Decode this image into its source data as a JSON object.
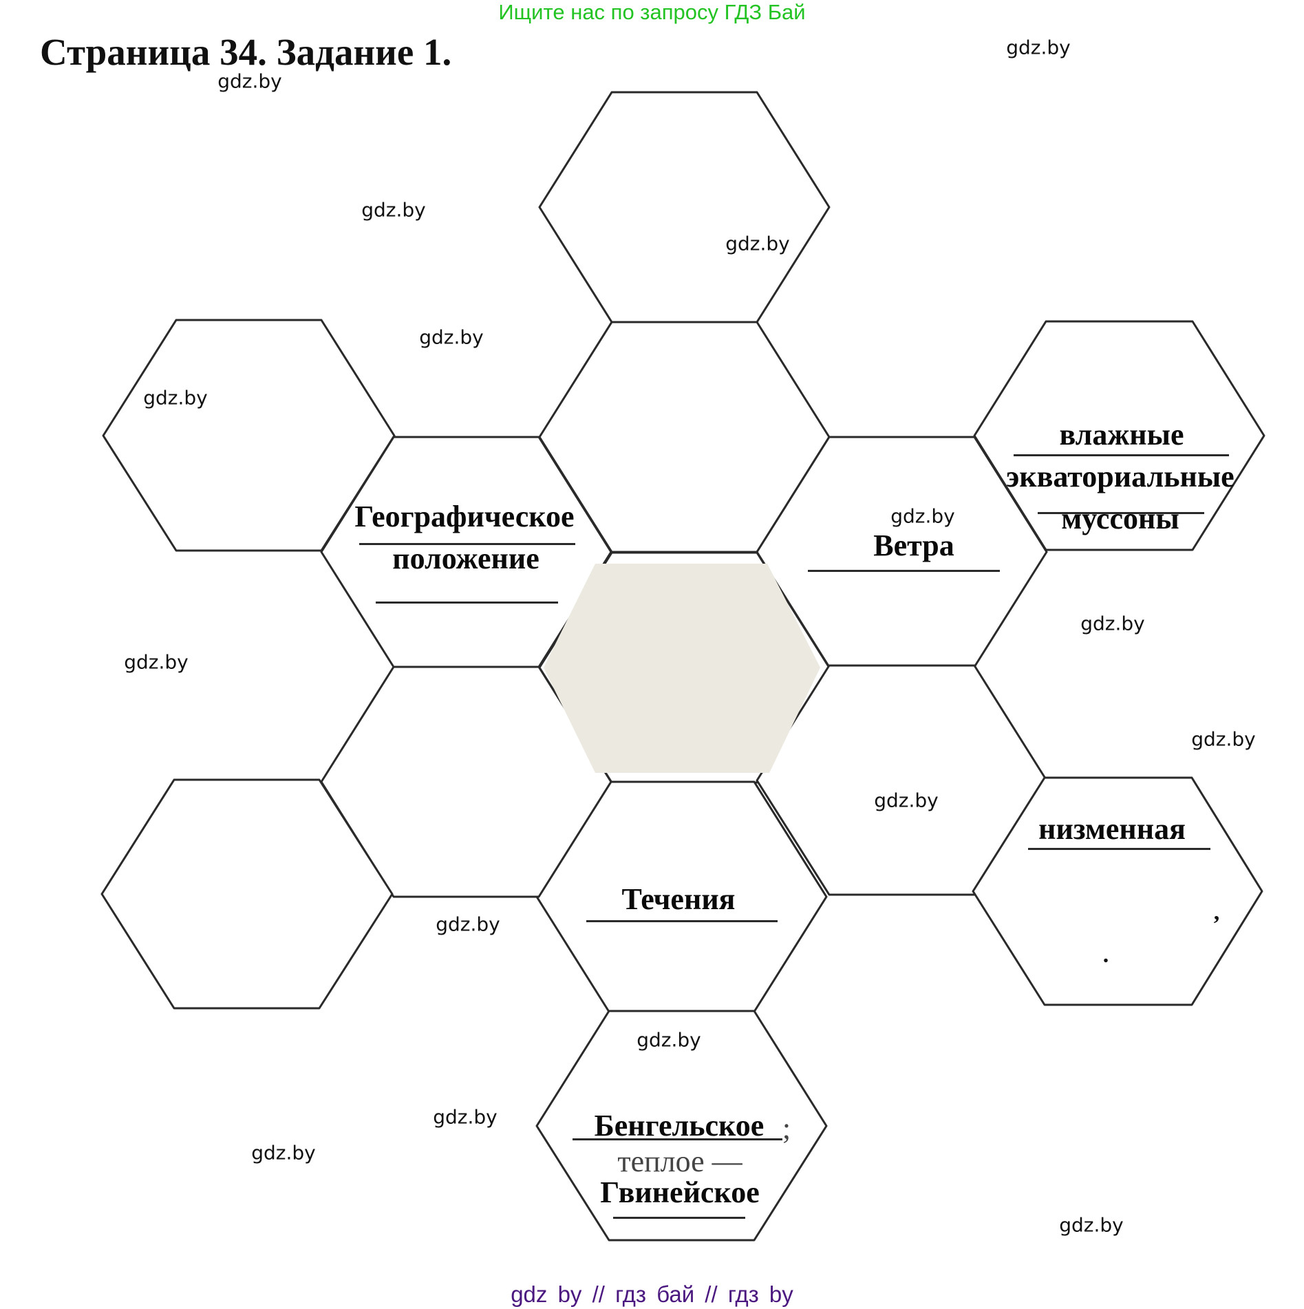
{
  "header": {
    "search_hint": "Ищите нас по запросу ГДЗ Бай",
    "search_hint_color": "#22c322"
  },
  "page": {
    "title": "Страница 34. Задание 1."
  },
  "hexagons": {
    "center_fill_color": "#ebe9e0",
    "outline_color": "#2a2a2a",
    "cells": [
      {
        "id": "top",
        "text": []
      },
      {
        "id": "upper-center",
        "text": []
      },
      {
        "id": "center",
        "text": []
      },
      {
        "id": "lower-center",
        "text": [
          "Течения"
        ]
      },
      {
        "id": "bottom",
        "text": [
          "Бенгельское",
          ";",
          "теплое —",
          "Гвинейское"
        ]
      },
      {
        "id": "upper-left-outer",
        "text": []
      },
      {
        "id": "lower-left-outer",
        "text": []
      },
      {
        "id": "upper-left-inner",
        "text": [
          "Географическое",
          "положение"
        ]
      },
      {
        "id": "lower-left-inner",
        "text": []
      },
      {
        "id": "upper-right-inner",
        "text": [
          "Ветра"
        ]
      },
      {
        "id": "lower-right-inner",
        "text": []
      },
      {
        "id": "upper-right-outer",
        "text": [
          "влажные",
          "экваториальные",
          "муссоны"
        ]
      },
      {
        "id": "lower-right-outer",
        "text": [
          "низменная"
        ]
      }
    ]
  },
  "labels": {
    "geo_line1": "Географическое",
    "geo_line2": "положение",
    "winds": "Ветра",
    "monsoon_line1": "влажные",
    "monsoon_line2": "экваториальные",
    "monsoon_line3": "муссоны",
    "lowland": "низменная",
    "currents": "Течения",
    "bengal": "Бенгельское",
    "semicolon": ";",
    "warm": "теплое —",
    "guinea": "Гвинейское",
    "comma_mark": ",",
    "dot_mark": "."
  },
  "watermarks": {
    "text": "gdz.by",
    "items": [
      "gdz.by",
      "gdz.by",
      "gdz.by",
      "gdz.by",
      "gdz.by",
      "gdz.by",
      "gdz.by",
      "gdz.by",
      "gdz.by",
      "gdz.by",
      "gdz.by",
      "gdz.by",
      "gdz.by",
      "gdz.by",
      "gdz.by",
      "gdz.by"
    ]
  },
  "footer": {
    "text": "gdz by  //  гдз бай  //  гдз by",
    "color": "#4b1880"
  }
}
